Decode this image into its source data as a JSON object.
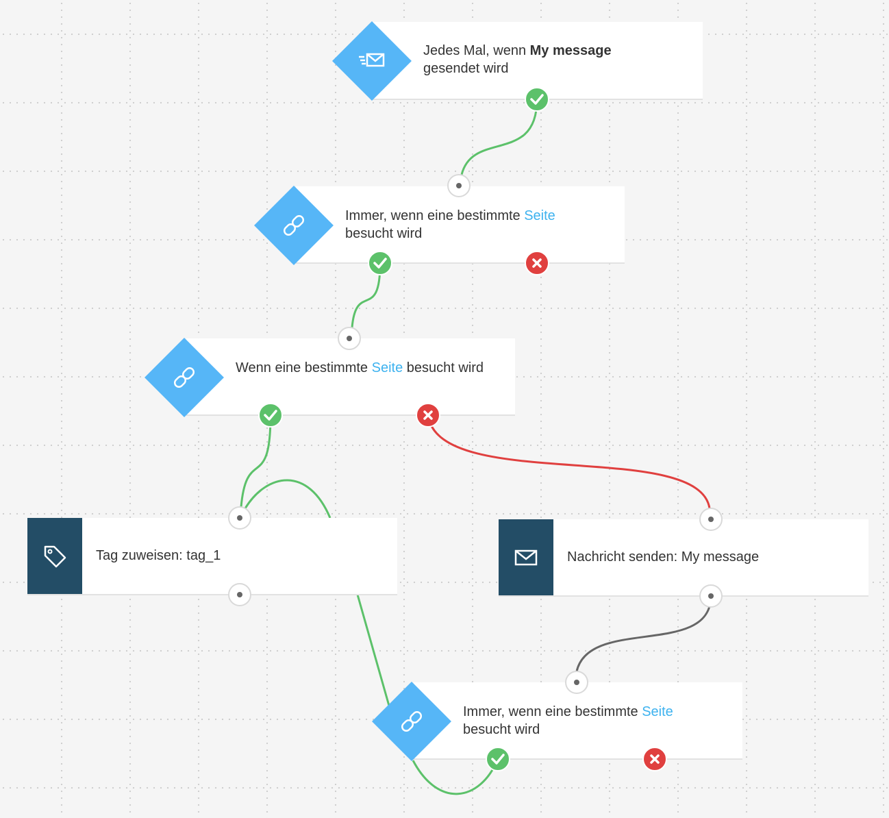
{
  "colors": {
    "accent": "#56b6f7",
    "action": "#234d66",
    "success": "#5cc16a",
    "failure": "#e0403f",
    "link": "#3db2ef"
  },
  "nodes": {
    "trigger": {
      "icon": "envelope-send-icon",
      "prefix": "Jedes Mal, wenn ",
      "bold": "My message",
      "suffix": "gesendet wird"
    },
    "condition1": {
      "icon": "link-icon",
      "prefix": "Immer, wenn eine bestimmte ",
      "link": "Seite",
      "suffix": "besucht wird"
    },
    "condition2": {
      "icon": "link-icon",
      "prefix": "Wenn eine bestimmte ",
      "link": "Seite",
      "suffix": " besucht wird"
    },
    "tag_action": {
      "icon": "tag-icon",
      "label": "Tag zuweisen: tag_1"
    },
    "message_action": {
      "icon": "envelope-icon",
      "label": "Nachricht senden: My message"
    },
    "condition3": {
      "icon": "link-icon",
      "prefix": "Immer, wenn eine bestimmte ",
      "link": "Seite",
      "suffix": "besucht wird"
    }
  }
}
